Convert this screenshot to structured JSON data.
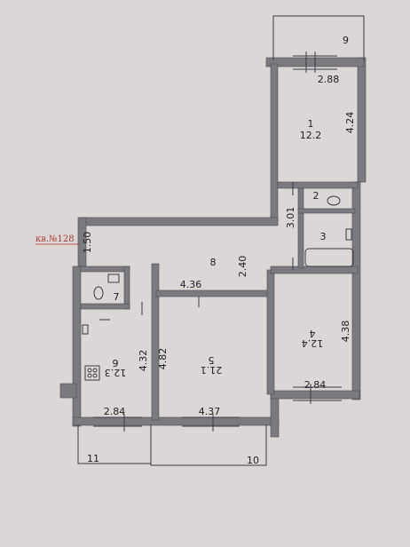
{
  "plan_label": "кв.№128",
  "rooms": [
    {
      "number": "1",
      "area": "12.2"
    },
    {
      "number": "2",
      "area": ""
    },
    {
      "number": "3",
      "area": ""
    },
    {
      "number": "4",
      "area": "12.4"
    },
    {
      "number": "5",
      "area": "21.1"
    },
    {
      "number": "6",
      "area": "12.3"
    },
    {
      "number": "7",
      "area": ""
    },
    {
      "number": "8",
      "area": ""
    },
    {
      "number": "9",
      "area": ""
    },
    {
      "number": "10",
      "area": ""
    },
    {
      "number": "11",
      "area": ""
    }
  ],
  "dimensions": {
    "r9_width": "2.88",
    "r1_length": "4.24",
    "r2_3_length": "3.01",
    "hall_depth": "1.50",
    "hall_width": "2.40",
    "r5_top": "4.36",
    "r4_length": "4.38",
    "r4_width": "2.84",
    "r5_length": "4.82",
    "r6_length": "4.32",
    "r6_width": "2.84",
    "r5_bottom": "4.37"
  },
  "colors": {
    "paper": "#dcd7d6",
    "wall": "#7b7a80",
    "line": "#3a3a42",
    "title": "#a43a2e"
  }
}
